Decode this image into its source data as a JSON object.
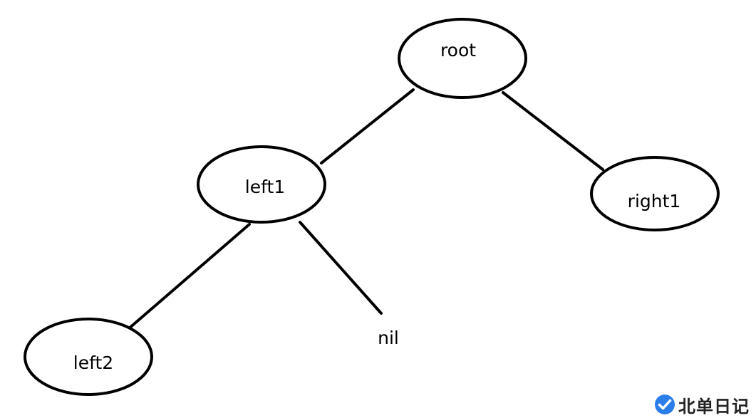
{
  "diagram": {
    "nodes": {
      "root": {
        "label": "root"
      },
      "left1": {
        "label": "left1"
      },
      "right1": {
        "label": "right1"
      },
      "left2": {
        "label": "left2"
      },
      "nil": {
        "label": "nil"
      }
    },
    "edges": [
      {
        "from": "root",
        "to": "left1"
      },
      {
        "from": "root",
        "to": "right1"
      },
      {
        "from": "left1",
        "to": "left2"
      },
      {
        "from": "left1",
        "to": "nil"
      }
    ]
  },
  "watermark": {
    "text": "北单日记",
    "icon": "check-badge-icon",
    "color": "#2b7de9"
  }
}
